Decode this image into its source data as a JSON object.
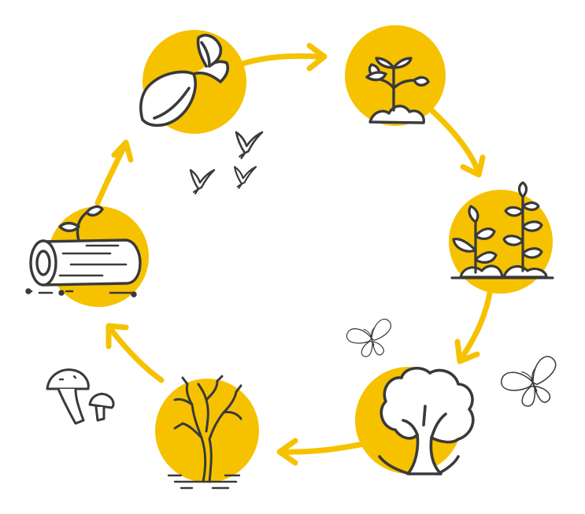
{
  "colors": {
    "accent": "#F6C200",
    "line": "#3a3a3a",
    "background": "#ffffff"
  },
  "stages": [
    {
      "id": "seed",
      "icon": "sprouting-seed-icon"
    },
    {
      "id": "seedling",
      "icon": "seedling-icon"
    },
    {
      "id": "young-plants",
      "icon": "young-plants-icon"
    },
    {
      "id": "tree",
      "icon": "tree-icon"
    },
    {
      "id": "dead-tree",
      "icon": "dead-tree-icon"
    },
    {
      "id": "decaying-log",
      "icon": "log-with-sprout-icon"
    }
  ],
  "decorations": [
    "birds-icon",
    "butterfly-icon",
    "mushrooms-icon"
  ]
}
